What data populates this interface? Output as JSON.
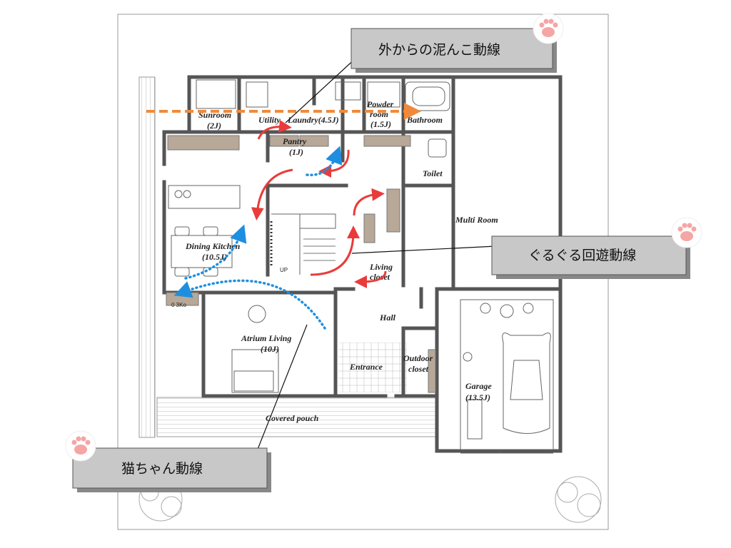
{
  "rooms": {
    "sunroom": "Sunroom",
    "sunroom_size": "(2J)",
    "utility": "Utility",
    "laundry": "Laundry(4.5J)",
    "powder_room_1": "Powder",
    "powder_room_2": "room",
    "powder_room_size": "(1.5J)",
    "bathroom": "Bathroom",
    "pantry": "Pantry",
    "pantry_size": "(1J)",
    "toilet": "Toilet",
    "multi_room": "Multi Room",
    "dining_kitchen": "Dining Kitchen",
    "dining_kitchen_size": "(10.5J)",
    "up_label": "UP",
    "living_closet_1": "Living",
    "living_closet_2": "closet",
    "hall": "Hall",
    "atrium_living": "Atrium Living",
    "atrium_living_size": "(10J)",
    "outdoor_closet_1": "Outdoor",
    "outdoor_closet_2": "closet",
    "entrance": "Entrance",
    "garage": "Garage",
    "garage_size": "(13.5J)",
    "covered_porch": "Covered pouch",
    "shelf_label": "0 3Ko"
  },
  "callouts": {
    "mud_route": "外からの泥んこ動線",
    "loop_route": "ぐるぐる回遊動線",
    "cat_route": "猫ちゃん動線"
  },
  "colors": {
    "mud_route": "#f08a3a",
    "loop_route": "#ea3b3b",
    "cat_route": "#1e8fe0",
    "callout_fill": "#c8c8c8",
    "wall": "#555555",
    "paw_pad": "#f6a5a5"
  }
}
